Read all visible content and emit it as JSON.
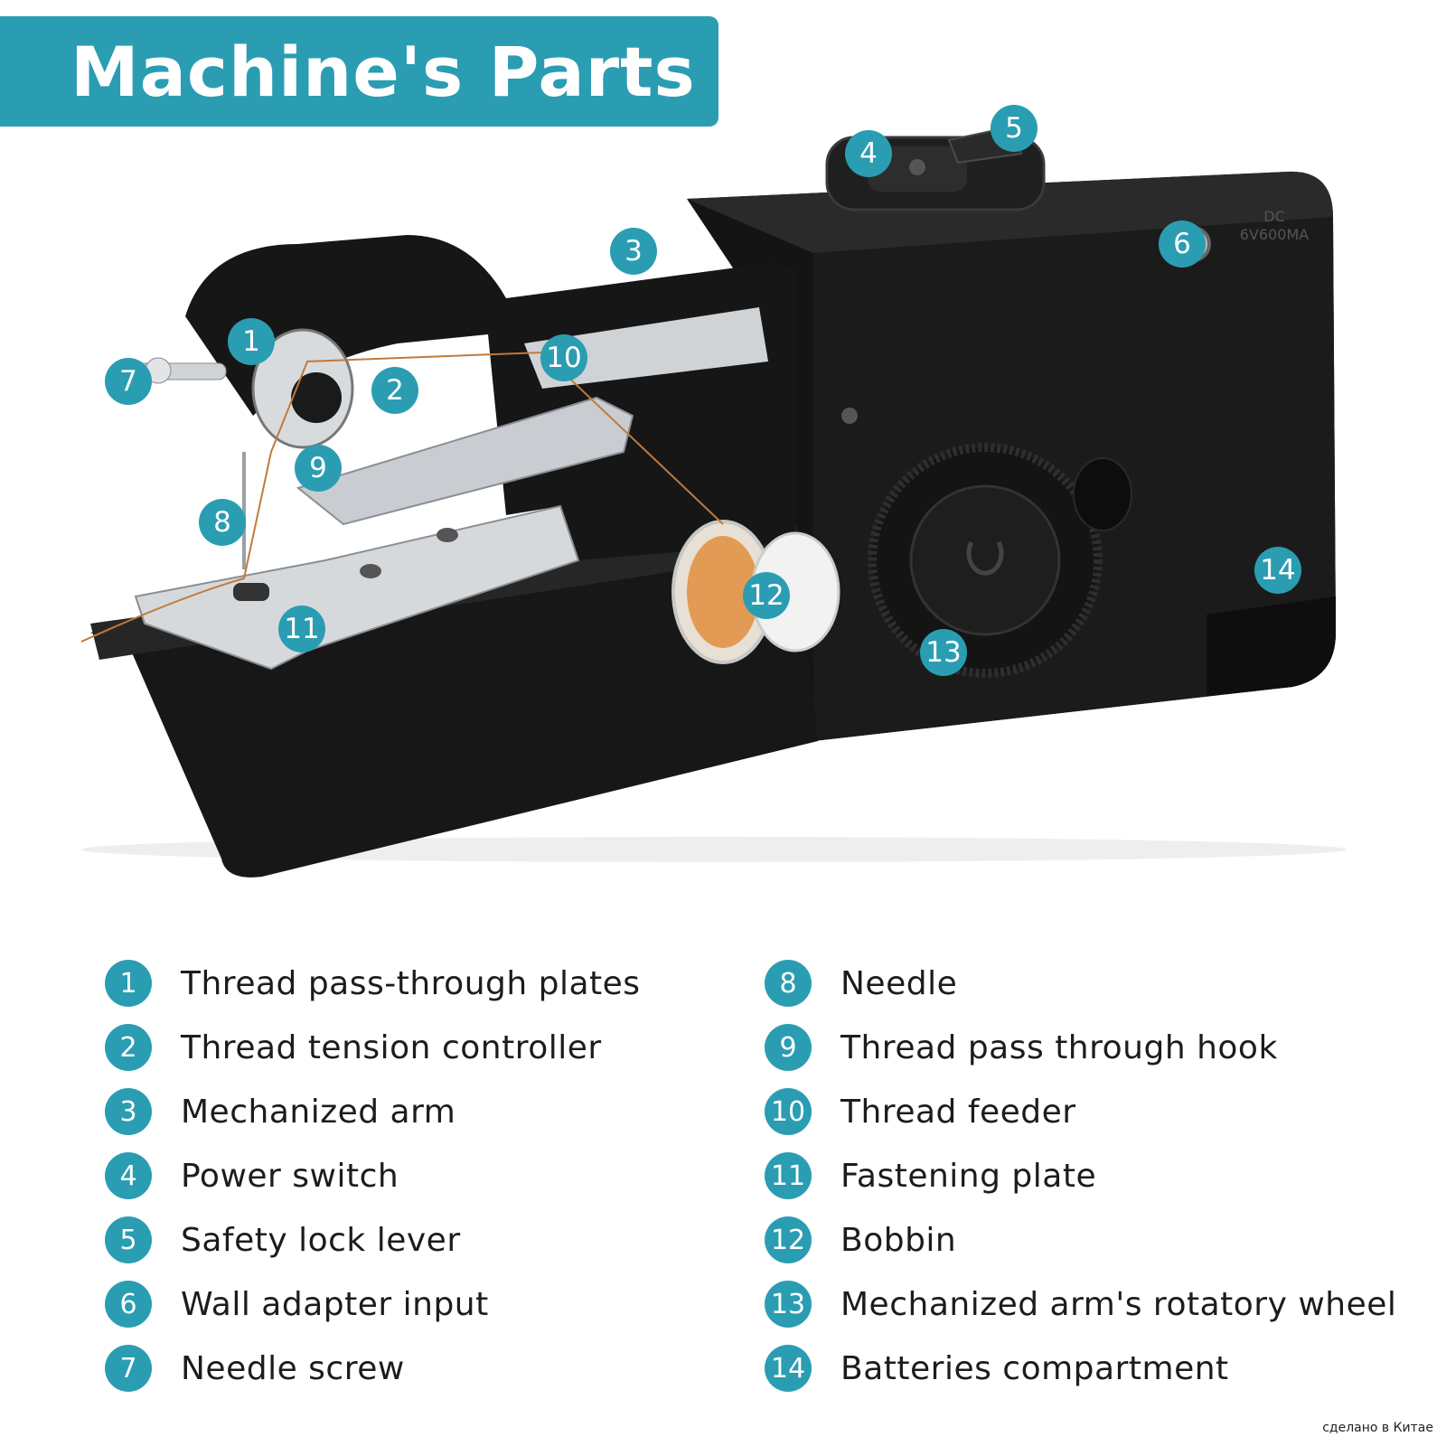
{
  "title": "Machine's Parts",
  "colors": {
    "accent": "#2a9db2",
    "body": "#121212",
    "metal": "#c9cdd2",
    "thread": "#e08a3c"
  },
  "product_label": [
    "DC",
    "6V600MA"
  ],
  "parts": [
    {
      "number": "1",
      "label": "Thread pass-through plates"
    },
    {
      "number": "2",
      "label": "Thread tension controller"
    },
    {
      "number": "3",
      "label": "Mechanized arm"
    },
    {
      "number": "4",
      "label": "Power switch"
    },
    {
      "number": "5",
      "label": "Safety lock lever"
    },
    {
      "number": "6",
      "label": "Wall adapter input"
    },
    {
      "number": "7",
      "label": "Needle screw"
    },
    {
      "number": "8",
      "label": "Needle"
    },
    {
      "number": "9",
      "label": "Thread pass through hook"
    },
    {
      "number": "10",
      "label": "Thread feeder"
    },
    {
      "number": "11",
      "label": "Fastening plate"
    },
    {
      "number": "12",
      "label": "Bobbin"
    },
    {
      "number": "13",
      "label": "Mechanized arm's rotatory wheel"
    },
    {
      "number": "14",
      "label": "Batteries compartment"
    }
  ],
  "footnote": "сделано в Китае"
}
